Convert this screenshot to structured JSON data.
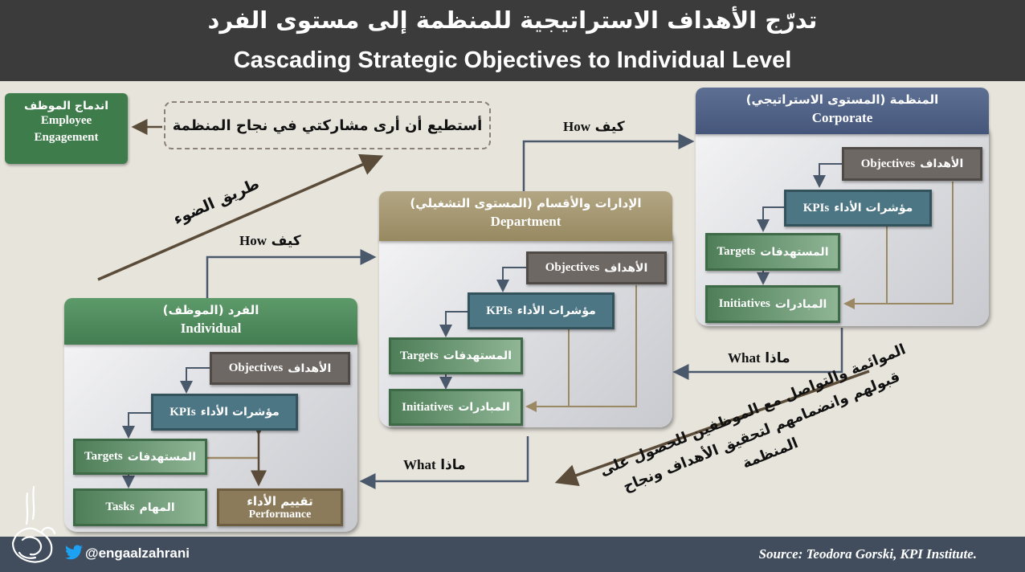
{
  "header": {
    "title_ar": "تدرّج الأهداف الاستراتيجية للمنظمة إلى مستوى الفرد",
    "title_en": "Cascading Strategic Objectives to Individual Level"
  },
  "engagement": {
    "ar": "اندماج الموظف",
    "en_line1": "Employee",
    "en_line2": "Engagement",
    "statement": "أستطيع أن أرى مشاركتي في نجاح المنظمة"
  },
  "road_label": "طريق الضوء",
  "flow": {
    "how_en": "How",
    "how_ar": "كيف",
    "what_en": "What",
    "what_ar": "ماذا"
  },
  "alignment_note": "الموائمة والتواصل مع الموظفين للحصول على قبولهم وانضمامهم لتحقيق الأهداف ونجاح المنظمة",
  "corporate": {
    "ar": "المنظمة (المستوى الاستراتيجي)",
    "en": "Corporate",
    "objectives_en": "Objectives",
    "objectives_ar": "الأهداف",
    "kpis_en": "KPIs",
    "kpis_ar": "مؤشرات الأداء",
    "targets_en": "Targets",
    "targets_ar": "المستهدفات",
    "initiatives_en": "Initiatives",
    "initiatives_ar": "المبادرات"
  },
  "department": {
    "ar": "الإدارات والأقسام (المستوى التشغيلي)",
    "en": "Department",
    "objectives_en": "Objectives",
    "objectives_ar": "الأهداف",
    "kpis_en": "KPIs",
    "kpis_ar": "مؤشرات الأداء",
    "targets_en": "Targets",
    "targets_ar": "المستهدفات",
    "initiatives_en": "Initiatives",
    "initiatives_ar": "المبادرات"
  },
  "individual": {
    "ar": "الفرد (الموظف)",
    "en": "Individual",
    "objectives_en": "Objectives",
    "objectives_ar": "الأهداف",
    "kpis_en": "KPIs",
    "kpis_ar": "مؤشرات الأداء",
    "targets_en": "Targets",
    "targets_ar": "المستهدفات",
    "tasks_en": "Tasks",
    "tasks_ar": "المهام",
    "performance_ar": "تقييم الأداء",
    "performance_en": "Performance"
  },
  "footer": {
    "handle": "@engaalzahrani",
    "source": "Source: Teodora Gorski, KPI Institute."
  },
  "colors": {
    "header_bg": "#3b3b3b",
    "footer_bg": "#414d5d",
    "corporate_head": "#4f617f",
    "department_head": "#a69976",
    "individual_head": "#4f8a5c",
    "objectives": "#6e6864",
    "kpis": "#4d7684",
    "targets": "#4e7e58",
    "performance": "#8c7b5a"
  }
}
